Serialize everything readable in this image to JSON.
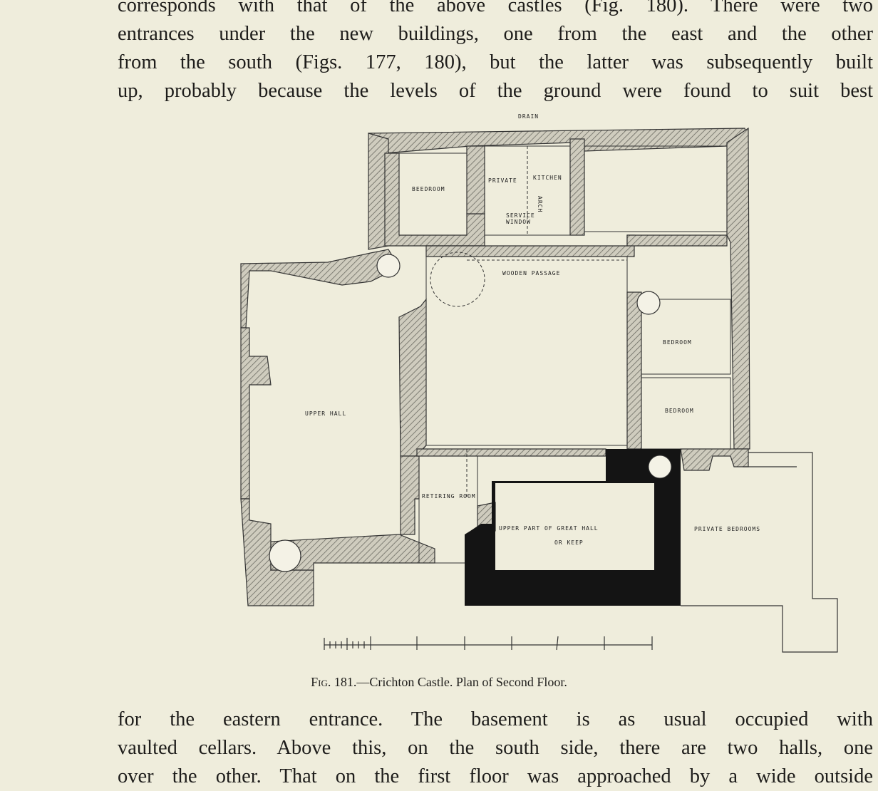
{
  "text_top": {
    "lines": [
      "corresponds with that of the above castles (Fig. 180). There were two",
      "entrances under the new buildings, one from the east and the other",
      "from the south (Figs. 177, 180), but the latter was subsequently built",
      "up, probably because the levels of the ground were found to suit best"
    ]
  },
  "figure": {
    "labels": {
      "drain": "DRAIN",
      "bedroom_nw": "BEEDROOM",
      "private": "PRIVATE",
      "kitchen": "KITCHEN",
      "arch": "ARCH",
      "service": "SERVICE",
      "window": "WINDOW",
      "wooden_passage": "WOODEN PASSAGE",
      "bedroom_e1": "BEDROOM",
      "bedroom_e2": "BEDROOM",
      "upper_hall": "UPPER HALL",
      "retiring_room": "RETIRING ROOM",
      "great_hall_1": "UPPER PART OF GREAT HALL",
      "great_hall_2": "OR KEEP",
      "private_bedrooms": "PRIVATE BEDROOMS"
    },
    "caption_fig": "Fig. 181.",
    "caption_text": "—Crichton Castle. Plan of Second Floor."
  },
  "text_bottom": {
    "lines": [
      "for the eastern entrance. The basement is as usual occupied with",
      "vaulted cellars. Above this, on the south side, there are two halls, one",
      "over the other. That on the first floor was approached by a wide outside"
    ]
  },
  "colors": {
    "paper": "#efeddc",
    "ink": "#1e1d1b",
    "wall_fill": "#b9b7ab",
    "keep_fill": "#141414"
  }
}
